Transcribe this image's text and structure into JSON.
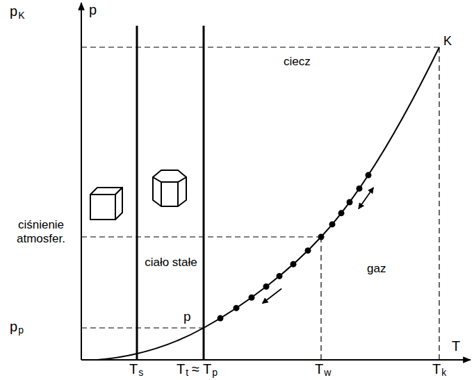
{
  "diagram": {
    "labels": [
      "p",
      "K",
      "p",
      "ciśnienie atmosfer.",
      "ciecz",
      "ciało stałe",
      "gaz",
      "p",
      "p",
      "p",
      "T",
      "T",
      "s",
      "T",
      "t",
      "≈",
      "T",
      "p",
      "T",
      "w",
      "T",
      "k",
      "K"
    ]
  }
}
